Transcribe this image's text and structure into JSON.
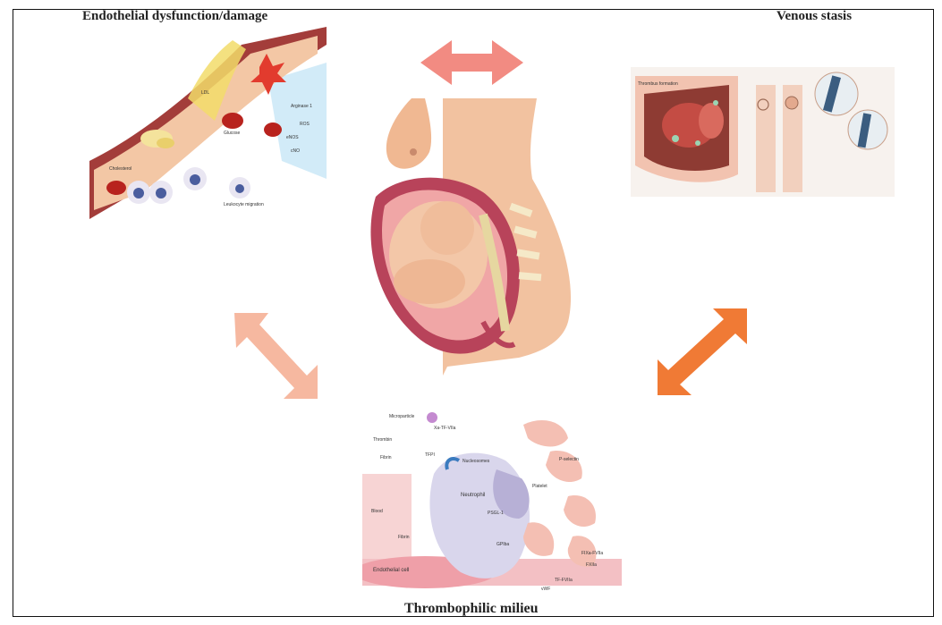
{
  "titles": {
    "endothelial": "Endothelial dysfunction/damage",
    "venous": "Venous stasis",
    "thrombophilic": "Thrombophilic milieu"
  },
  "endothelial_panel": {
    "labels": [
      "Glucose",
      "Cholesterol",
      "Leukocyte migration",
      "Arginase 1",
      "ROS",
      "eNOS",
      "cNO",
      "LDL"
    ]
  },
  "venous_panel": {
    "labels": [
      "Thrombus formation"
    ]
  },
  "thrombophilic_panel": {
    "labels": [
      "Microparticle",
      "Xa-TF-VIIa",
      "Thrombin",
      "Fibrin",
      "TFPI",
      "Nucleosomes",
      "Neutrophil",
      "P-selectin",
      "Platelet",
      "Blood",
      "PSGL-1",
      "GPIba",
      "Fibrin",
      "Endothelial cell",
      "FIXa-FVIIa",
      "FXIIa",
      "TF-FVIIa",
      "vWF"
    ]
  },
  "colors": {
    "arrow_top": "#f28b82",
    "arrow_left": "#f6b8a0",
    "arrow_right": "#f07a35",
    "skin": "#f2c2a0",
    "uterus": "#b8435a"
  }
}
